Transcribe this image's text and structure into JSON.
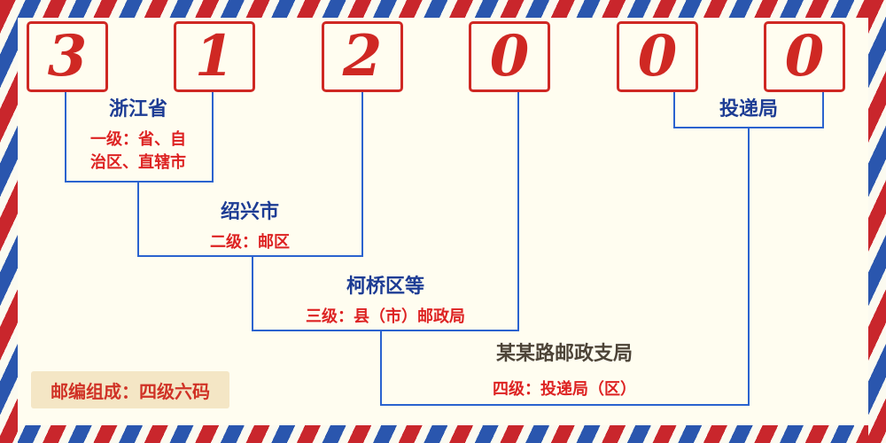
{
  "postal_code": {
    "digits": [
      "3",
      "1",
      "2",
      "0",
      "0",
      "0"
    ]
  },
  "annotations": {
    "level1": {
      "name": "浙江省",
      "desc": "一级：省、自治区、直辖市"
    },
    "level2": {
      "name": "绍兴市",
      "desc": "二级：邮区"
    },
    "level3": {
      "name": "柯桥区等",
      "desc": "三级：县（市）邮政局"
    },
    "level4": {
      "name": "某某路邮政支局",
      "desc": "四级：投递局（区）"
    },
    "delivery": {
      "name": "投递局"
    }
  },
  "footer": {
    "composition_label": "邮编组成：四级六码"
  },
  "colors": {
    "digit_red": "#cf2823",
    "line_blue": "#2b63cf",
    "name_navy": "#1d3c94",
    "desc_red": "#dd2222",
    "footer_bg": "#f4e6c5",
    "background": "#fffdf0"
  }
}
